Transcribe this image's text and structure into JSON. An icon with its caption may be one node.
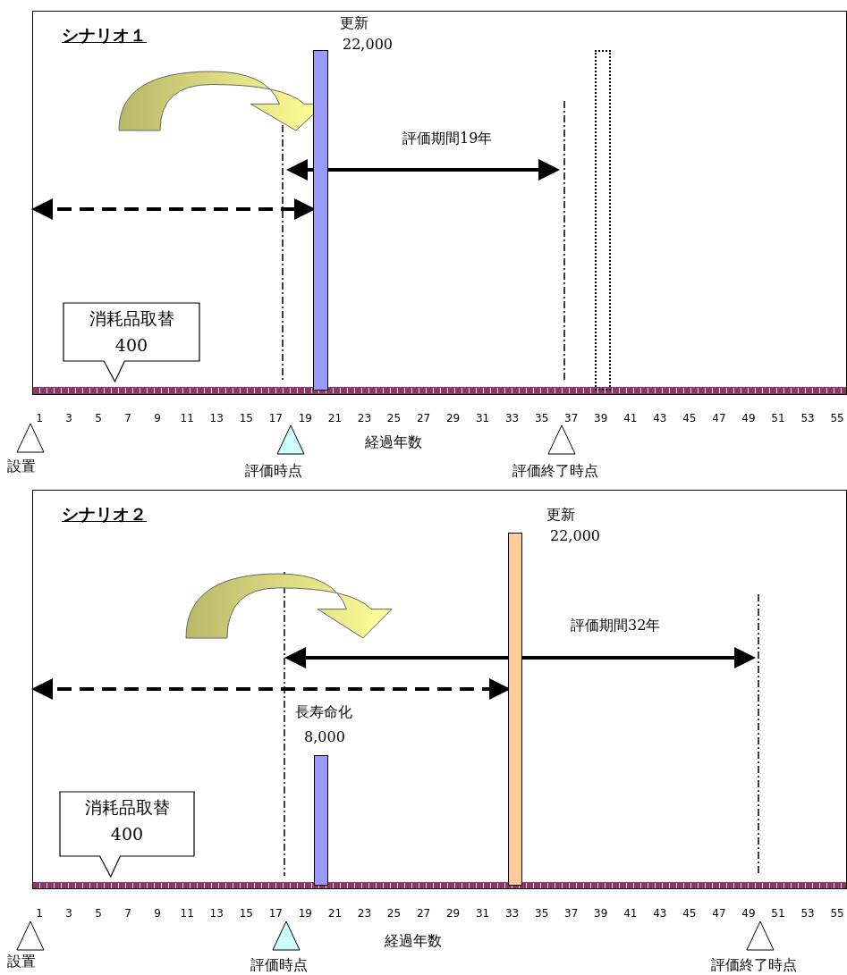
{
  "diagram": {
    "nodes": [
      {
        "text": [
          "シナリオ１"
        ]
      },
      {
        "text": [
          "消耗品取替",
          "400"
        ],
        "in": 0
      },
      {
        "text": [],
        "shape": "bar",
        "in": 0,
        "beside": [
          "更新",
          "22,000"
        ]
      },
      {
        "text": [],
        "shape": "bar",
        "in": 0
      },
      {
        "text": [],
        "shape": "triangle",
        "beside": [
          "設置"
        ]
      },
      {
        "text": [],
        "shape": "triangle",
        "beside": [
          "評価時点"
        ]
      },
      {
        "text": [],
        "shape": "triangle",
        "beside": [
          "評価終了時点"
        ]
      },
      {
        "text": [
          "シナリオ２"
        ]
      },
      {
        "text": [
          "消耗品取替",
          "400"
        ],
        "in": 7
      },
      {
        "text": [],
        "shape": "bar",
        "in": 7,
        "beside": [
          "長寿命化",
          "8,000"
        ]
      },
      {
        "text": [],
        "shape": "bar",
        "in": 7,
        "beside": [
          "更新",
          "22,000"
        ]
      },
      {
        "text": [],
        "shape": "triangle",
        "beside": [
          "設置"
        ]
      },
      {
        "text": [],
        "shape": "triangle",
        "beside": [
          "評価時点"
        ]
      },
      {
        "text": [],
        "shape": "triangle",
        "beside": [
          "評価終了時点"
        ]
      }
    ],
    "edges": [
      {
        "from": 0,
        "to": 2,
        "arrow": "both",
        "style": "dashed"
      },
      {
        "from": 7,
        "to": 10,
        "arrow": "both",
        "style": "dashed"
      }
    ],
    "labels": [
      "評価期間19年",
      "1",
      "3",
      "5",
      "7",
      "9",
      "11",
      "13",
      "15",
      "17",
      "19",
      "21",
      "23",
      "25",
      "27",
      "29",
      "31",
      "33",
      "35",
      "37",
      "39",
      "41",
      "43",
      "45",
      "47",
      "49",
      "51",
      "53",
      "55",
      "経過年数",
      "評価期間32年",
      "1",
      "3",
      "5",
      "7",
      "9",
      "11",
      "13",
      "15",
      "17",
      "19",
      "21",
      "23",
      "25",
      "27",
      "29",
      "31",
      "33",
      "35",
      "37",
      "39",
      "41",
      "43",
      "45",
      "47",
      "49",
      "51",
      "53",
      "55",
      "経過年数"
    ]
  }
}
